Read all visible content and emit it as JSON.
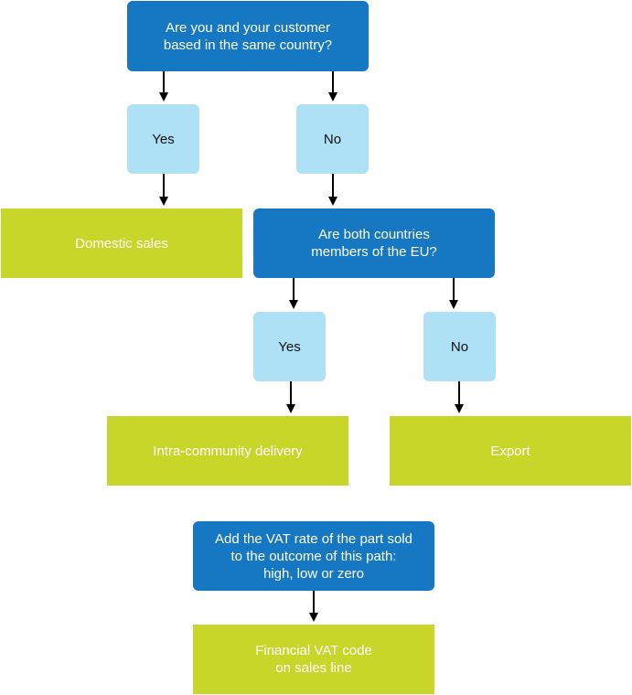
{
  "flowchart": {
    "q1": "Are you and your customer\nbased in the same country?",
    "q1_yes": "Yes",
    "q1_no": "No",
    "domestic": "Domestic sales",
    "q2": "Are both countries\nmembers of the EU?",
    "q2_yes": "Yes",
    "q2_no": "No",
    "intra": "Intra-community delivery",
    "export": "Export",
    "vat_rate": "Add the VAT rate of the part sold\nto the outcome of this path:\nhigh, low or zero",
    "financial_code": "Financial VAT code\non sales line"
  },
  "colors": {
    "question": "#1678c2",
    "answer": "#aee0f6",
    "outcome": "#c8d62a",
    "arrow": "#000000"
  }
}
